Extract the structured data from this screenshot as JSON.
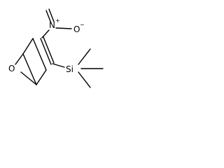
{
  "molecule": {
    "atoms": {
      "nitrogen": "N",
      "nitrogen_charge": "+",
      "oxygen_nitro": "O",
      "oxygen_nitro_charge": "−",
      "oxygen_bridge": "O",
      "silicon": "Si"
    }
  }
}
